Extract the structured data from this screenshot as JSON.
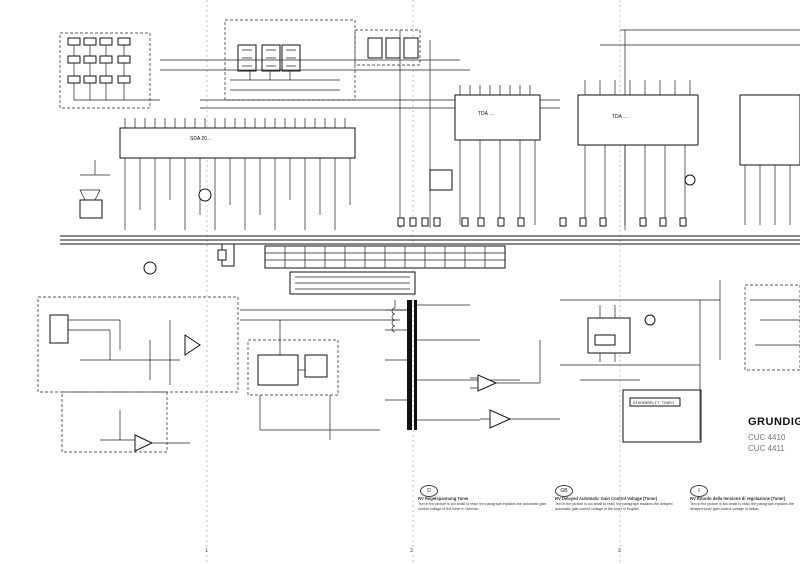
{
  "brand": {
    "name": "GRUNDIG",
    "models": [
      "CUC 4410",
      "CUC 4411"
    ]
  },
  "ic_labels": {
    "main_ic": "SDA 20…",
    "center_ic": "TDA …",
    "right_ic": "TDA …",
    "flyback_block": "DIODENSPLIT TRAFO"
  },
  "notes": [
    {
      "flag": "D",
      "title": "RV Regelspannung Tuner",
      "text": "Text in the picture is too small to read; the paragraph explains the automatic gain control voltage of the tuner in German."
    },
    {
      "flag": "GB",
      "title": "RV Delayed Automatic Gain Control Voltage (Tuner)",
      "text": "Text in the picture is too small to read; the paragraph explains the delayed automatic gain control voltage of the tuner in English."
    },
    {
      "flag": "I",
      "title": "RV Ritardo della tensione di regolazione (Tuner)",
      "text": "Text in the picture is too small to read; the paragraph explains the delayed tuner gain control voltage in Italian."
    }
  ],
  "page_numbers": [
    "1",
    "2",
    "3"
  ]
}
